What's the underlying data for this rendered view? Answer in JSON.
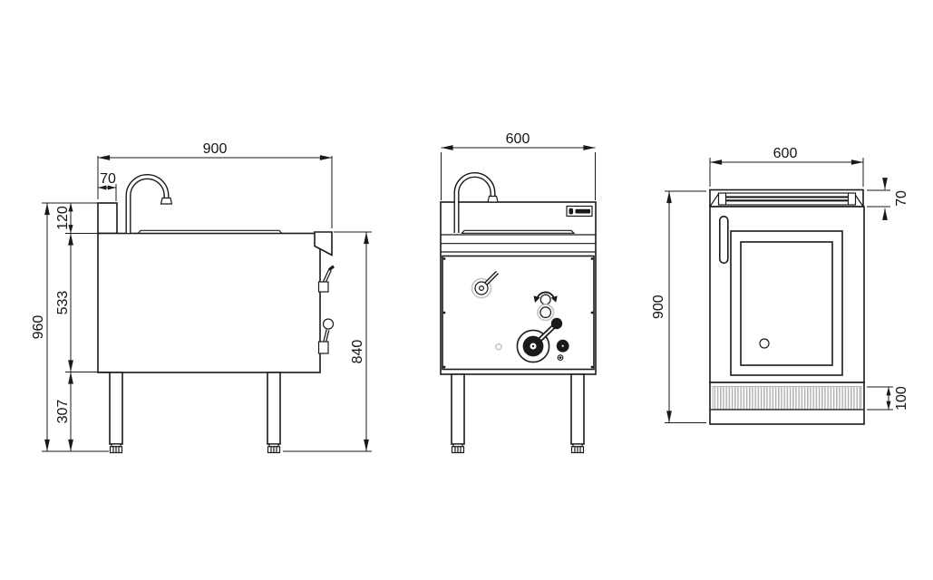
{
  "drawing": {
    "type": "engineering-orthographic-views",
    "subject": "commercial-kitchen-noodle-cooker",
    "line_color": "#1a1a1a",
    "accent_gray": "#c4c4c4",
    "background": "#ffffff"
  },
  "views": {
    "side": {
      "label": "side-view",
      "dims": {
        "width": "900",
        "spout_width": "70",
        "splash_height": "120",
        "tank_height": "533",
        "overall_height": "960",
        "leg_height": "307",
        "front_height": "840"
      }
    },
    "front": {
      "label": "front-view",
      "dims": {
        "width": "600"
      }
    },
    "rear": {
      "label": "rear-view",
      "dims": {
        "width": "600",
        "cap_height": "70",
        "body_height": "900",
        "base_height": "100"
      }
    }
  }
}
